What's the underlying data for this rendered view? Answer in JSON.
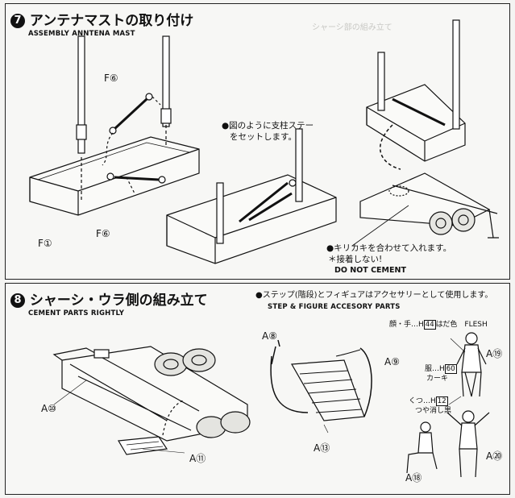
{
  "step7": {
    "number": "7",
    "title_jp": "アンテナマストの取り付け",
    "title_en": "ASSEMBLY ANNTENA MAST",
    "note_stay_line1": "●図のように支柱ステー",
    "note_stay_line2": "をセットします。",
    "note_notch_line1": "●キリカキを合わせて入れます。",
    "note_notch_line2": "＊接着しない!",
    "note_notch_en": "DO NOT CEMENT",
    "parts": {
      "f6_top": "F⑥",
      "f6_bottom": "F⑥",
      "f1": "F①"
    }
  },
  "step8": {
    "number": "8",
    "title_jp": "シャーシ・ウラ側の組み立て",
    "title_en": "CEMENT PARTS RIGHTLY",
    "accessory_note_jp": "●ステップ(階段)とフィギュアはアクセサリーとして使用します。",
    "accessory_note_en": "STEP & FIGURE ACCESORY PARTS",
    "parts": {
      "a10": "A⑩",
      "a11": "A⑪",
      "a8": "A⑧",
      "a9": "A⑨",
      "a13": "A⑬",
      "a19": "A⑲",
      "a20": "A⑳",
      "a18": "A⑱"
    },
    "paint": {
      "face_prefix": "顔・手…H",
      "face_code": "44",
      "face_suffix": "はだ色　FLESH",
      "clothes_prefix": "服…H",
      "clothes_code": "60",
      "clothes_color": "カーキ",
      "shoes_prefix": "くつ…H",
      "shoes_code": "12",
      "shoes_color": "つや消し黒"
    }
  }
}
